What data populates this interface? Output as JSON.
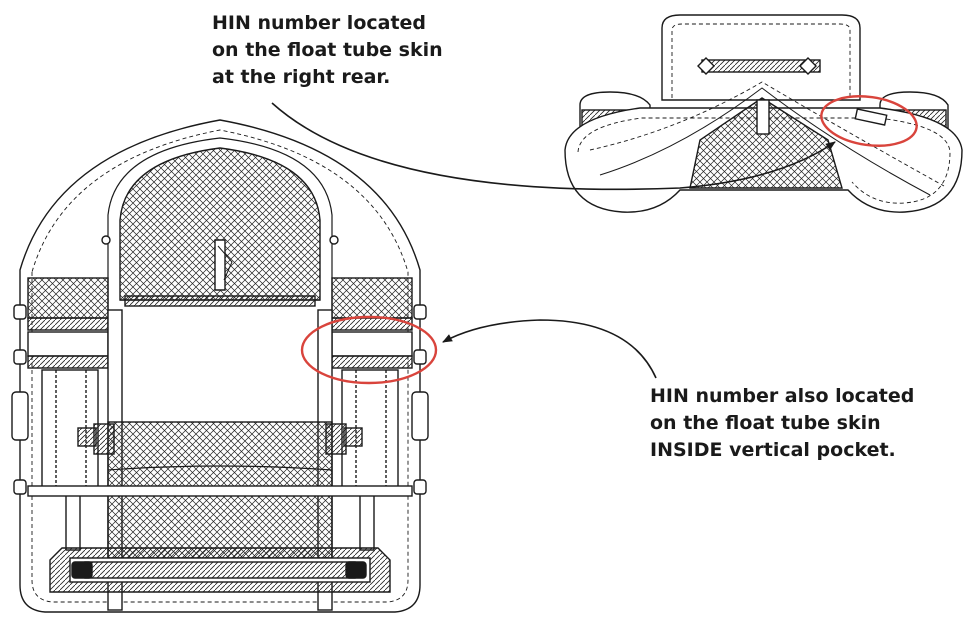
{
  "callouts": {
    "rear": {
      "lines": [
        "HIN number located",
        "on the float tube skin",
        "at the right rear."
      ]
    },
    "pocket": {
      "lines": [
        "HIN number also located",
        "on the float tube skin",
        "INSIDE vertical pocket."
      ]
    }
  },
  "colors": {
    "highlight": "#d9443c",
    "ink": "#1a1a1a",
    "background": "#ffffff"
  }
}
